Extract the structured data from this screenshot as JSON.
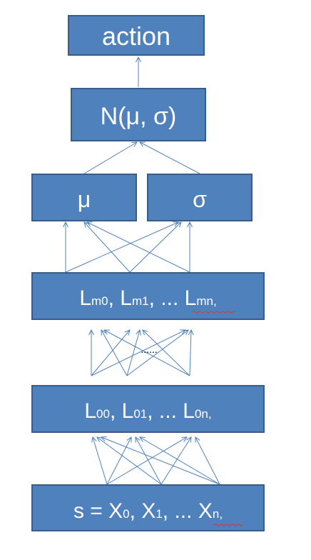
{
  "nodes": {
    "action": {
      "text": "action"
    },
    "distribution": {
      "text": "N(μ, σ)"
    },
    "mu": {
      "text": "μ"
    },
    "sigma": {
      "text": "σ"
    },
    "layer_m": {
      "base": "L",
      "subs": [
        "m0",
        "m1",
        "mn"
      ],
      "separator": ", ",
      "ellipsis": "...",
      "trailing": ","
    },
    "layer_0": {
      "base": "L",
      "subs": [
        "00",
        "01",
        "0n"
      ],
      "separator": ", ",
      "ellipsis": "...",
      "trailing": ","
    },
    "state": {
      "prefix": "s = ",
      "base": "X",
      "subs": [
        "0",
        "1",
        "n"
      ],
      "separator": ", ",
      "ellipsis": "...",
      "trailing": ","
    }
  },
  "hidden_ellipsis": "......",
  "colors": {
    "box_fill": "#4f81bd",
    "box_border": "#385d8a",
    "text": "#ffffff",
    "arrow": "#4f81bd"
  }
}
